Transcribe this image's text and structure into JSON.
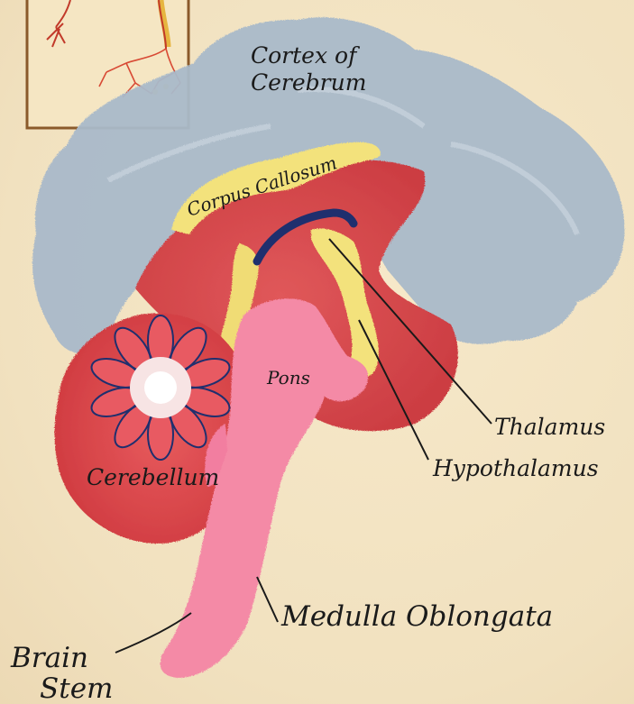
{
  "labels": {
    "cortex_line1": "Cortex of",
    "cortex_line2": "Cerebrum",
    "corpus_callosum": "Corpus Callosum",
    "pons": "Pons",
    "thalamus": "Thalamus",
    "hypothalamus": "Hypothalamus",
    "cerebellum": "Cerebellum",
    "medulla": "Medulla Oblongata",
    "brain_stem_line1": "Brain",
    "brain_stem_line2": "Stem"
  },
  "colors": {
    "paper": "#f3e4c4",
    "cortex": "#a7b8c8",
    "brain_red": "#d9474a",
    "corpus_yellow": "#f2e27a",
    "stem_pink": "#f48aa6",
    "nerve_blue": "#1f2f6e",
    "ink": "#1a1a1a"
  }
}
